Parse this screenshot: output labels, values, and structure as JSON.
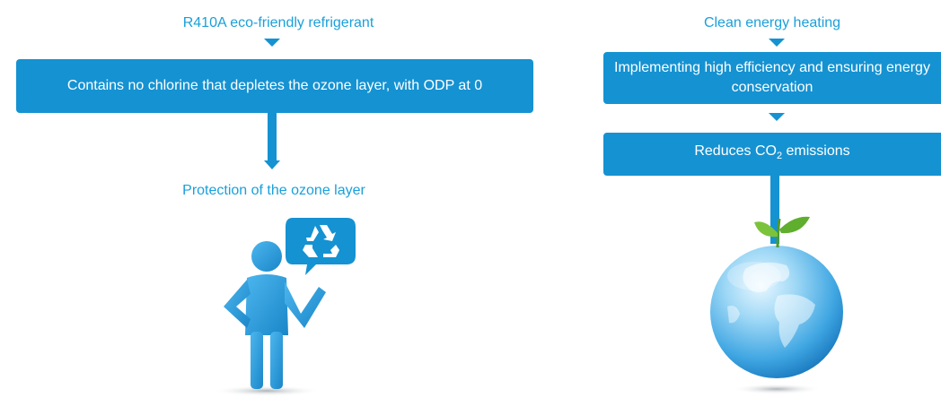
{
  "left_flow": {
    "heading": "R410A eco-friendly refrigerant",
    "box_text": "Contains no chlorine that depletes the ozone layer, with ODP at 0",
    "result": "Protection of the ozone layer"
  },
  "right_flow": {
    "heading": "Clean energy heating",
    "box1_text": "Implementing high efficiency and ensuring energy conservation",
    "box2_prefix": "Reduces CO",
    "box2_sub": "2",
    "box2_suffix": " emissions"
  },
  "colors": {
    "primary": "#1592d2",
    "caption": "#1aa0da",
    "leaf": "#5fae2e"
  },
  "icons": {
    "person": "person-icon",
    "recycle": "recycle-icon",
    "earth": "earth-icon",
    "sprout": "sprout-icon"
  }
}
